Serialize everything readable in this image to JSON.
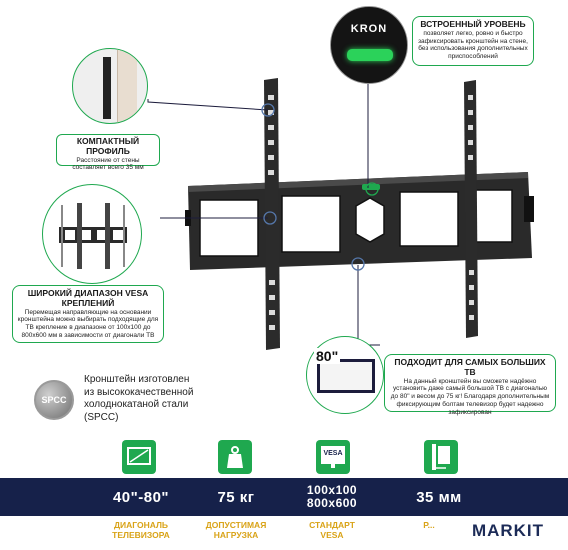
{
  "brand": {
    "logo_text": "KRON"
  },
  "callouts": {
    "level": {
      "title": "ВСТРОЕННЫЙ УРОВЕНЬ",
      "text": "позволяет легко, ровно и быстро зафиксировать кронштейн на стене, без использования дополнительных приспособлений"
    },
    "profile": {
      "title": "КОМПАКТНЫЙ ПРОФИЛЬ",
      "text": "Расстояние от стены составляет всего 35 мм"
    },
    "vesa": {
      "title": "ШИРОКИЙ ДИАПАЗОН VESA КРЕПЛЕНИЙ",
      "text": "Перемещая направляющие на основании кронштейна можно выбирать подходящие для ТВ крепление в диапазоне от 100х100 до 800х600 мм в зависимости от диагонали ТВ"
    },
    "big_tv": {
      "title": "ПОДХОДИТ ДЛЯ САМЫХ БОЛЬШИХ ТВ",
      "text": "На данный кронштейн вы сможете надёжно установить даже самый большой ТВ с диагональю до 80\" и весом до 75 кг! Благодаря дополнительным фиксирующим болтам телевизор будет надежно зафиксирован",
      "badge": "80\""
    },
    "spcc": {
      "badge": "SPCC",
      "text": "Кронштейн изготовлен из высококачественной холоднокатаной стали (SPCC)"
    }
  },
  "specs": [
    {
      "value": "40\"-80\"",
      "label": "ДИАГОНАЛЬ ТЕЛЕВИЗОРА",
      "icon": "diagonal-icon"
    },
    {
      "value": "75 кг",
      "label": "ДОПУСТИМАЯ НАГРУЗКА",
      "icon": "weight-icon"
    },
    {
      "value": "100х100 800х600",
      "value_line1": "100х100",
      "value_line2": "800х600",
      "label": "СТАНДАРТ VESA",
      "icon": "vesa-icon"
    },
    {
      "value": "35 мм",
      "label": "Р...",
      "icon": "wall-distance-icon"
    }
  ],
  "vesa_icon_text": "VESA",
  "watermark": "MARKIT",
  "colors": {
    "accent_green": "#1fa84f",
    "band_navy": "#16214a",
    "label_gold": "#d9a317"
  }
}
